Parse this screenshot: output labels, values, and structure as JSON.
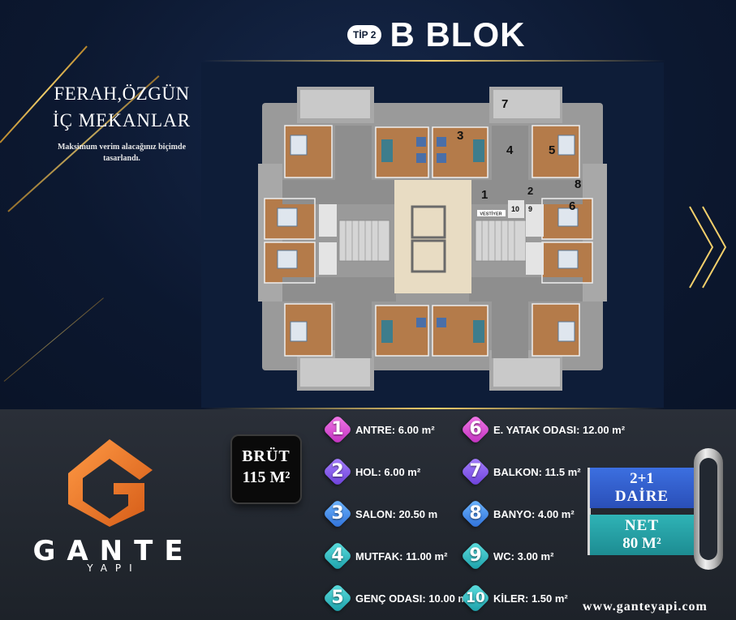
{
  "header": {
    "tip_badge": "TİP 2",
    "title": "B BLOK"
  },
  "slogan": {
    "line1": "FERAH,ÖZGÜN",
    "line2": "İÇ MEKANLAR",
    "sub": "Maksimum verim alacağınız biçimde tasarlandı."
  },
  "plan": {
    "labels": [
      "1",
      "2",
      "3",
      "4",
      "5",
      "6",
      "7",
      "8",
      "9",
      "10"
    ],
    "vestiyer": "VESTİYER"
  },
  "brand": {
    "name": "GANTE",
    "sub": "YAPI",
    "website": "www.ganteyapi.com"
  },
  "brut": {
    "line1": "BRÜT",
    "line2": "115 M²"
  },
  "rooms": [
    {
      "num": "1",
      "label": "ANTRE: 6.00 m²"
    },
    {
      "num": "2",
      "label": "HOL: 6.00 m²"
    },
    {
      "num": "3",
      "label": "SALON: 20.50 m"
    },
    {
      "num": "4",
      "label": "MUTFAK: 11.00 m²"
    },
    {
      "num": "5",
      "label": "GENÇ ODASI: 10.00 m²"
    },
    {
      "num": "6",
      "label": "E. YATAK ODASI: 12.00 m²"
    },
    {
      "num": "7",
      "label": "BALKON: 11.5 m²"
    },
    {
      "num": "8",
      "label": "BANYO: 4.00 m²"
    },
    {
      "num": "9",
      "label": "WC: 3.00 m²"
    },
    {
      "num": "10",
      "label": "KİLER: 1.50 m²"
    }
  ],
  "daire": {
    "type": "2+1",
    "label": "DAİRE"
  },
  "net": {
    "label": "NET",
    "value": "80 M²"
  },
  "colors": {
    "background": "#0d1b33",
    "gold": "#f2cf6b",
    "logo_orange": "#f07a2b",
    "daire_blue": "#3c6fe0",
    "net_teal": "#2fb3b6"
  }
}
